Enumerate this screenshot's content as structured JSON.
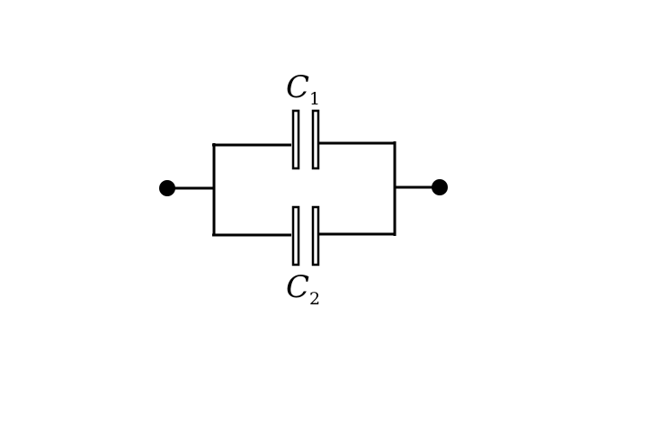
{
  "capacitors": [
    {
      "symbol": "C",
      "subscript": "1"
    },
    {
      "symbol": "C",
      "subscript": "2"
    }
  ]
}
